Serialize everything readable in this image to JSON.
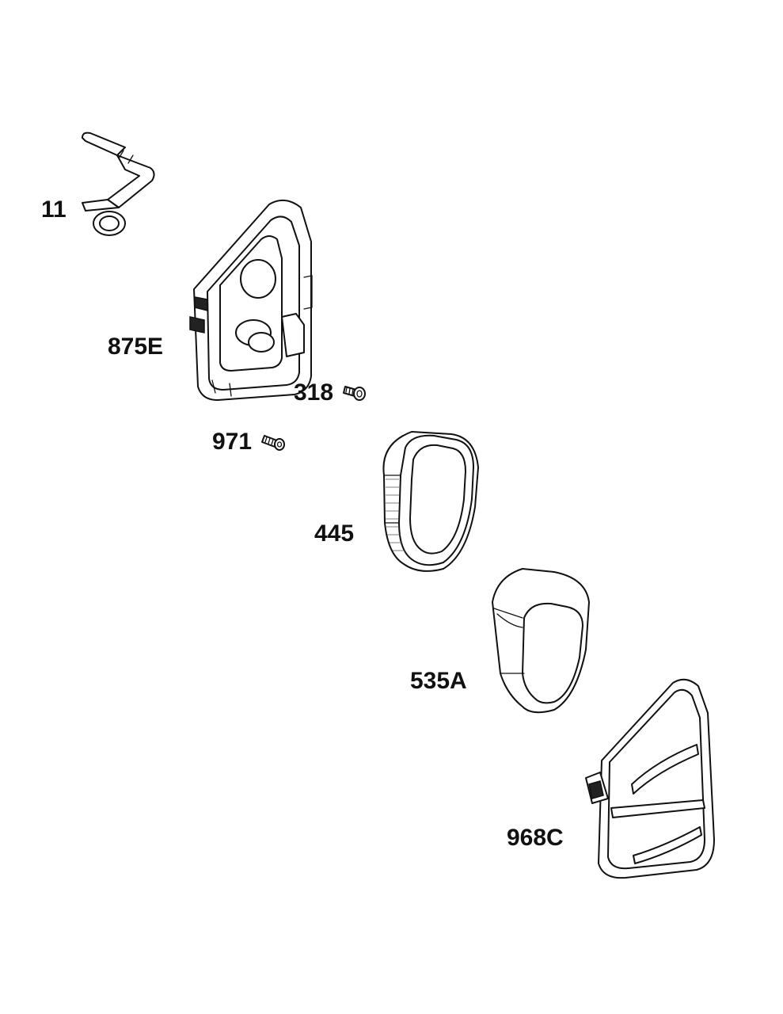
{
  "diagram": {
    "parts": [
      {
        "id": "11",
        "label": "11",
        "name": "breather-tube"
      },
      {
        "id": "875E",
        "label": "875E",
        "name": "air-cleaner-base"
      },
      {
        "id": "318",
        "label": "318",
        "name": "screw"
      },
      {
        "id": "971",
        "label": "971",
        "name": "screw"
      },
      {
        "id": "445",
        "label": "445",
        "name": "air-filter-cartridge"
      },
      {
        "id": "535A",
        "label": "535A",
        "name": "pre-cleaner"
      },
      {
        "id": "968C",
        "label": "968C",
        "name": "air-cleaner-cover"
      }
    ]
  }
}
